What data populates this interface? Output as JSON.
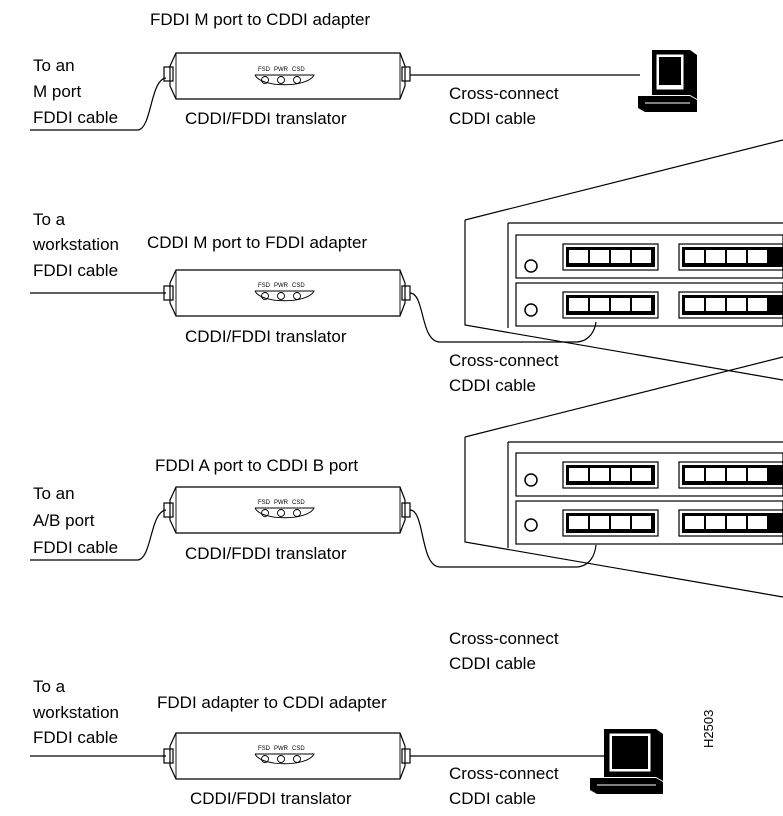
{
  "figure_code": "H2503",
  "led_labels": [
    "FSD",
    "PWR",
    "CSD"
  ],
  "panels": [
    {
      "title": "FDDI M port to CDDI adapter",
      "left_label": [
        "To an",
        "M port",
        "FDDI cable"
      ],
      "translator_label": "CDDI/FDDI translator",
      "cable_label": [
        "Cross-connect",
        "CDDI cable"
      ],
      "device": "workstation"
    },
    {
      "title": "CDDI M port to FDDI adapter",
      "left_label": [
        "To a",
        "workstation",
        "FDDI cable"
      ],
      "translator_label": "CDDI/FDDI translator",
      "cable_label": [
        "Cross-connect",
        "CDDI cable"
      ],
      "device": "concentrator"
    },
    {
      "title": "FDDI A port to CDDI B port",
      "left_label": [
        "To an",
        "A/B port",
        "FDDI cable"
      ],
      "translator_label": "CDDI/FDDI translator",
      "cable_label": [
        "Cross-connect",
        "CDDI cable"
      ],
      "device": "concentrator"
    },
    {
      "title": "FDDI adapter to CDDI adapter",
      "left_label": [
        "To a",
        "workstation",
        "FDDI cable"
      ],
      "translator_label": "CDDI/FDDI translator",
      "cable_label": [
        "Cross-connect",
        "CDDI cable"
      ],
      "device": "workstation"
    }
  ]
}
